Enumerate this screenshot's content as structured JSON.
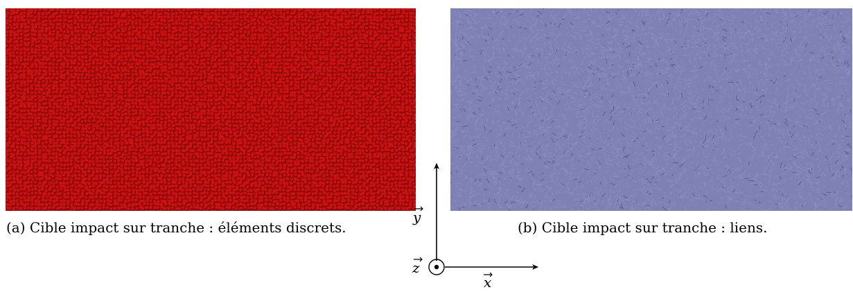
{
  "panel_a": {
    "label": "(a)",
    "caption": "Cible impact sur tranche : éléments discrets.",
    "particle_color": "#cc1111",
    "particle_shadow": "#7a0707",
    "background": "#b80d0d"
  },
  "panel_b": {
    "label": "(b)",
    "caption": "Cible impact sur tranche : liens.",
    "link_color": "#8e8fc4",
    "link_dark": "#4a4c7e",
    "background": "#7f80b3"
  },
  "axes": {
    "y_label": "y",
    "z_label": "z",
    "x_label": "x",
    "z_symbol": "out-of-plane-dot"
  }
}
